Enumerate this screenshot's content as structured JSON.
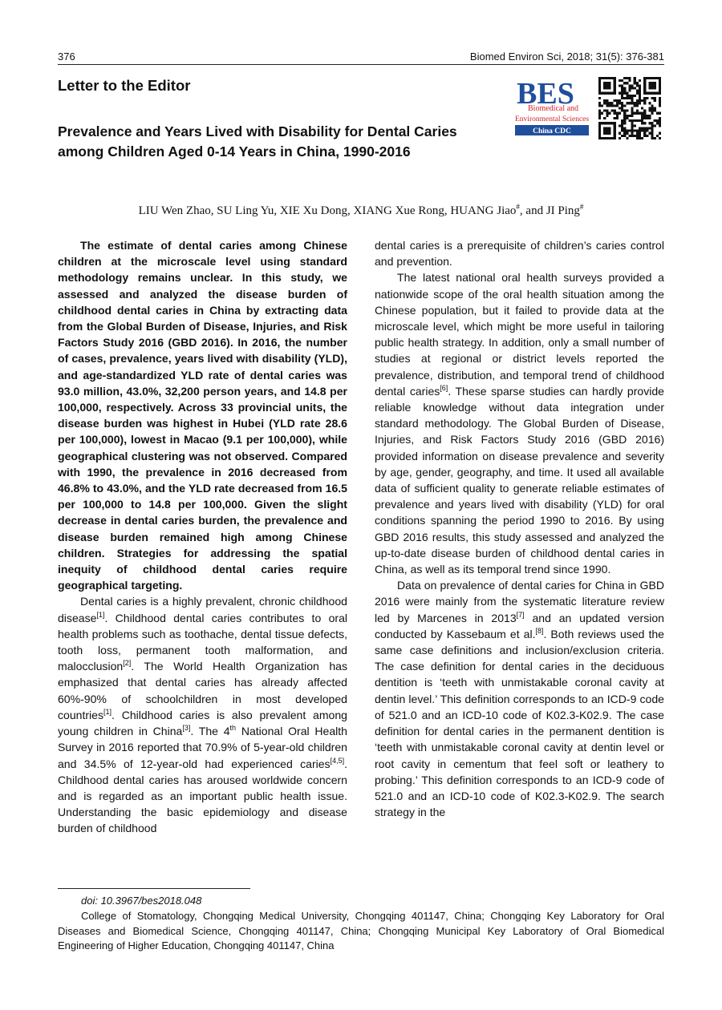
{
  "header": {
    "page_number": "376",
    "journal_citation": "Biomed Environ Sci, 2018; 31(5): 376-381"
  },
  "section_label": "Letter to the Editor",
  "logo": {
    "mark": "BES",
    "line1": "Biomedical and",
    "line2": "Environmental Sciences",
    "band": "China CDC",
    "color_blue": "#1f4f9c",
    "color_red": "#d1232a"
  },
  "title": "Prevalence and Years Lived with Disability for Dental Caries among Children Aged 0-14 Years in China, 1990-2016",
  "authors": {
    "text": "LIU Wen Zhao, SU Ling Yu, XIE Xu Dong, XIANG Xue Rong, HUANG Jiao",
    "mark1": "#",
    "connector": ", and JI Ping",
    "mark2": "#"
  },
  "left_column": {
    "abstract": "The estimate of dental caries among Chinese children at the microscale level using standard methodology remains unclear. In this study, we assessed and analyzed the disease burden of childhood dental caries in China by extracting data from the Global Burden of Disease, Injuries, and Risk Factors Study 2016 (GBD 2016). In 2016, the number of cases, prevalence, years lived with disability (YLD), and age-standardized YLD rate of dental caries was 93.0 million, 43.0%, 32,200 person years, and 14.8 per 100,000, respectively. Across 33 provincial units, the disease burden was highest in Hubei (YLD rate 28.6 per 100,000), lowest in Macao (9.1 per 100,000), while geographical clustering was not observed. Compared with 1990, the prevalence in 2016 decreased from 46.8% to 43.0%, and the YLD rate decreased from 16.5 per 100,000 to 14.8 per 100,000. Given the slight decrease in dental caries burden, the prevalence and disease burden remained high among Chinese children. Strategies for addressing the spatial inequity of childhood dental caries require geographical targeting.",
    "p1": {
      "a": "Dental caries is a highly prevalent, chronic childhood disease",
      "r1": "[1]",
      "b": ". Childhood dental caries contributes to oral health problems such as toothache, dental tissue defects, tooth loss, permanent tooth malformation, and malocclusion",
      "r2": "[2]",
      "c": ". The World Health Organization has emphasized that dental caries has already affected 60%-90% of schoolchildren in most developed countries",
      "r3": "[1]",
      "d": ". Childhood caries is also prevalent among young children in China",
      "r4": "[3]",
      "e": ". The 4",
      "th": "th",
      "f": " National Oral Health Survey in 2016 reported that 70.9% of 5-year-old children and 34.5% of 12-year-old had experienced caries",
      "r5": "[4,5]",
      "g": ". Childhood dental caries has aroused worldwide concern and is regarded as an important public health issue. Understanding the basic epidemiology and disease burden of childhood"
    }
  },
  "right_column": {
    "p1_cont": "dental caries is a prerequisite of children’s caries control and prevention.",
    "p2": {
      "a": "The latest national oral health surveys provided a nationwide scope of the oral health situation among the Chinese population, but it failed to provide data at the microscale level, which might be more useful in tailoring public health strategy. In addition, only a small number of studies at regional or district levels reported the prevalence, distribution, and temporal trend of childhood dental caries",
      "r1": "[6]",
      "b": ". These sparse studies can hardly provide reliable knowledge without data integration under standard methodology. The Global Burden of Disease, Injuries, and Risk Factors Study 2016 (GBD 2016) provided information on disease prevalence and severity by age, gender, geography, and time. It used all available data of sufficient quality to generate reliable estimates of prevalence and years lived with disability (YLD) for oral conditions spanning the period 1990 to 2016. By using GBD 2016 results, this study assessed and analyzed the up-to-date disease burden of childhood dental caries in China, as well as its temporal trend since 1990."
    },
    "p3": {
      "a": "Data on prevalence of dental caries for China in GBD 2016 were mainly from the systematic literature review led by Marcenes in 2013",
      "r1": "[7]",
      "b": " and an updated version conducted by Kassebaum et al.",
      "r2": "[8]",
      "c": ". Both reviews used the same case definitions and inclusion/exclusion criteria. The case definition for dental caries in the deciduous dentition is ‘teeth with unmistakable coronal cavity at dentin level.’ This definition corresponds to an ICD-9 code of 521.0 and an ICD-10 code of K02.3-K02.9. The case definition for dental caries in the permanent dentition is ‘teeth with unmistakable coronal cavity at dentin level or root cavity in cementum that feel soft or leathery to probing.’ This definition corresponds to an ICD-9 code of 521.0 and an ICD-10 code of K02.3-K02.9. The search strategy in the"
    }
  },
  "footnote": {
    "doi": "doi: 10.3967/bes2018.048",
    "affiliation": "College of Stomatology, Chongqing Medical University, Chongqing 401147, China; Chongqing Key Laboratory for Oral Diseases and Biomedical Science, Chongqing 401147, China; Chongqing Municipal Key Laboratory of Oral Biomedical Engineering of Higher Education, Chongqing 401147, China"
  }
}
